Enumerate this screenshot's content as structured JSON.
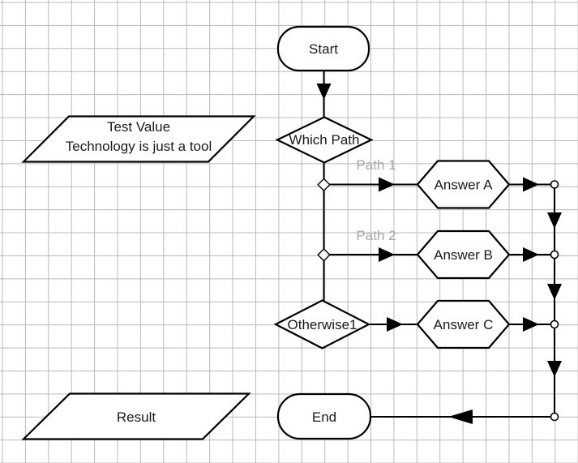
{
  "colors": {
    "background": "#ffffff",
    "grid_line": "#b9b9b9",
    "shape_stroke": "#000000",
    "shape_fill": "#ffffff",
    "text": "#1a1a1a",
    "edge_label_text": "#a8a8a8"
  },
  "nodes": {
    "start": {
      "label": "Start",
      "shape": "terminator"
    },
    "which_path": {
      "label": "Which Path",
      "shape": "decision"
    },
    "test_value": {
      "lines": [
        "Test Value",
        "Technology is just a tool"
      ],
      "shape": "parallelogram"
    },
    "answer_a": {
      "label": "Answer A",
      "shape": "hexagon"
    },
    "answer_b": {
      "label": "Answer B",
      "shape": "hexagon"
    },
    "answer_c": {
      "label": "Answer C",
      "shape": "hexagon"
    },
    "otherwise1": {
      "label": "Otherwise1",
      "shape": "decision"
    },
    "result": {
      "label": "Result",
      "shape": "parallelogram"
    },
    "end": {
      "label": "End",
      "shape": "terminator"
    }
  },
  "edge_labels": {
    "path1": "Path 1",
    "path2": "Path 2"
  }
}
